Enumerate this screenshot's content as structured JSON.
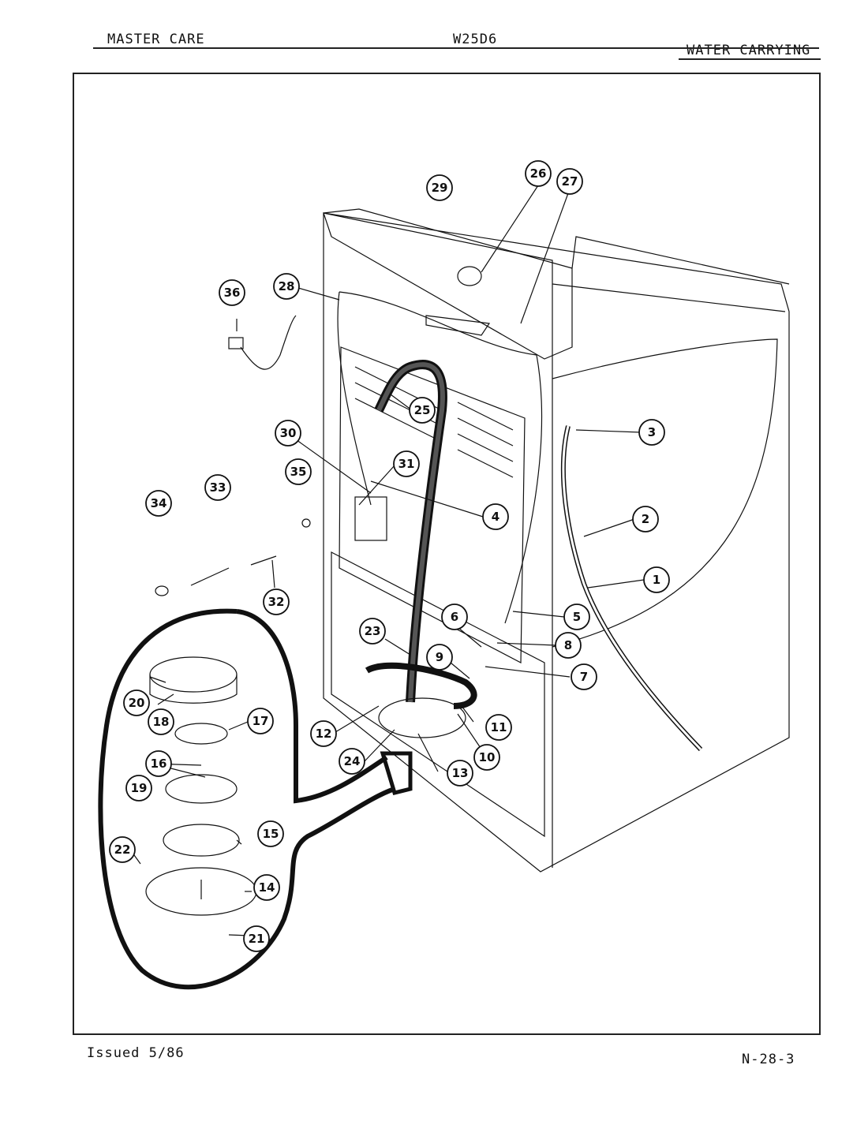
{
  "header": {
    "left": "MASTER CARE",
    "center": "W25D6",
    "right": "WATER CARRYING"
  },
  "footer": {
    "issued": "Issued 5/86",
    "page": "N-28-3"
  },
  "callouts": [
    "1",
    "2",
    "3",
    "4",
    "5",
    "6",
    "7",
    "8",
    "9",
    "10",
    "11",
    "12",
    "13",
    "14",
    "15",
    "16",
    "17",
    "18",
    "19",
    "20",
    "21",
    "22",
    "23",
    "24",
    "25",
    "26",
    "27",
    "28",
    "29",
    "30",
    "31",
    "32",
    "33",
    "34",
    "35",
    "36"
  ]
}
